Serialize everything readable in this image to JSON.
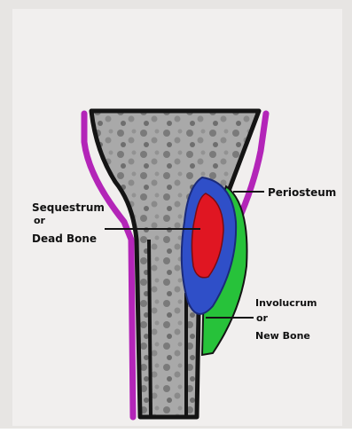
{
  "labels": {
    "periosteum": "Periosteum",
    "sequestrum": [
      "Sequestrum",
      "or",
      "Dead Bone"
    ],
    "involucrum": [
      "Involucrum",
      "or",
      "New Bone"
    ]
  },
  "colors": {
    "paper": "#f1efee",
    "marrow": "#a9a9a9",
    "bone_outline": "#141414",
    "periosteum": "#b325b8",
    "sequestrum": "#e01622",
    "sequestrum_shell": "#2f4fc8",
    "involucrum": "#27c23a"
  }
}
